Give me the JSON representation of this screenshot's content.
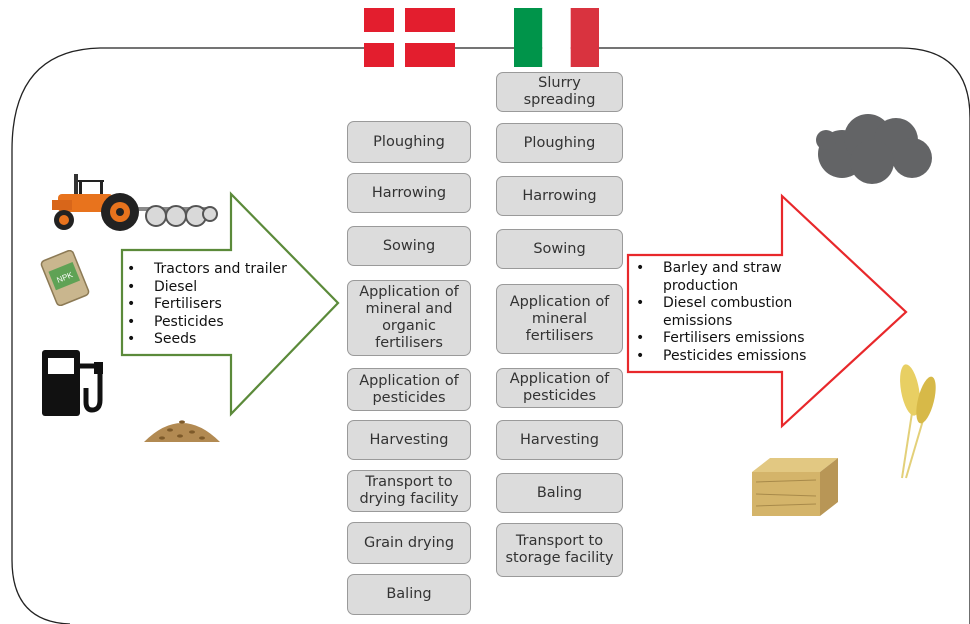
{
  "denmark_steps": [
    "Ploughing",
    "Harrowing",
    "Sowing",
    "Application of mineral and organic fertilisers",
    "Application of pesticides",
    "Harvesting",
    "Transport to drying facility",
    "Grain drying",
    "Baling"
  ],
  "italy_steps": [
    "Slurry spreading",
    "Ploughing",
    "Harrowing",
    "Sowing",
    "Application of mineral fertilisers",
    "Application of pesticides",
    "Harvesting",
    "Baling",
    "Transport to storage facility"
  ],
  "inputs": [
    "Tractors and trailer",
    "Diesel",
    "Fertilisers",
    "Pesticides",
    "Seeds"
  ],
  "outputs": [
    "Barley and straw production",
    "Diesel combustion emissions",
    "Fertilisers emissions",
    "Pesticides emissions"
  ],
  "fertiliser_bag_label": "NPK",
  "colors": {
    "input_arrow": "#5b8a3a",
    "output_arrow": "#e8282b",
    "step_fill": "#dcdcdc",
    "denmark_red": "#e31e2e",
    "italy_green": "#00944a",
    "italy_red": "#d9333f",
    "cloud": "#636466"
  }
}
